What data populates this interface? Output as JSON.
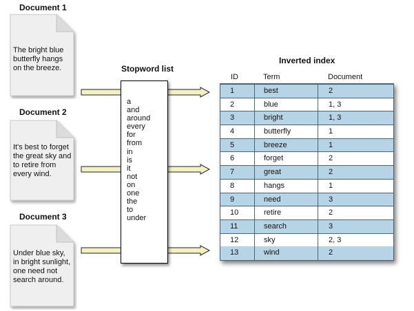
{
  "documents": [
    {
      "title": "Document 1",
      "text": "The bright blue butterfly hangs on the breeze."
    },
    {
      "title": "Document 2",
      "text": "It's best to forget the great sky and to retire from every wind."
    },
    {
      "title": "Document 3",
      "text": "Under blue sky, in bright sunlight, one need not search around."
    }
  ],
  "stopword": {
    "title": "Stopword list",
    "words": [
      "a",
      "and",
      "around",
      "every",
      "for",
      "from",
      "in",
      "is",
      "it",
      "not",
      "on",
      "one",
      "the",
      "to",
      "under"
    ]
  },
  "inverted_index": {
    "title": "Inverted index",
    "headers": {
      "id": "ID",
      "term": "Term",
      "document": "Document"
    },
    "rows": [
      {
        "id": "1",
        "term": "best",
        "document": "2"
      },
      {
        "id": "2",
        "term": "blue",
        "document": "1, 3"
      },
      {
        "id": "3",
        "term": "bright",
        "document": "1, 3"
      },
      {
        "id": "4",
        "term": "butterfly",
        "document": "1"
      },
      {
        "id": "5",
        "term": "breeze",
        "document": "1"
      },
      {
        "id": "6",
        "term": "forget",
        "document": "2"
      },
      {
        "id": "7",
        "term": "great",
        "document": "2"
      },
      {
        "id": "8",
        "term": "hangs",
        "document": "1"
      },
      {
        "id": "9",
        "term": "need",
        "document": "3"
      },
      {
        "id": "10",
        "term": "retire",
        "document": "2"
      },
      {
        "id": "11",
        "term": "search",
        "document": "3"
      },
      {
        "id": "12",
        "term": "sky",
        "document": "2, 3"
      },
      {
        "id": "13",
        "term": "wind",
        "document": "2"
      }
    ]
  },
  "colors": {
    "row_shade": "#b7d3e6",
    "arrow_fill": "#f2f0c4",
    "doc_fill": "#efefef"
  }
}
